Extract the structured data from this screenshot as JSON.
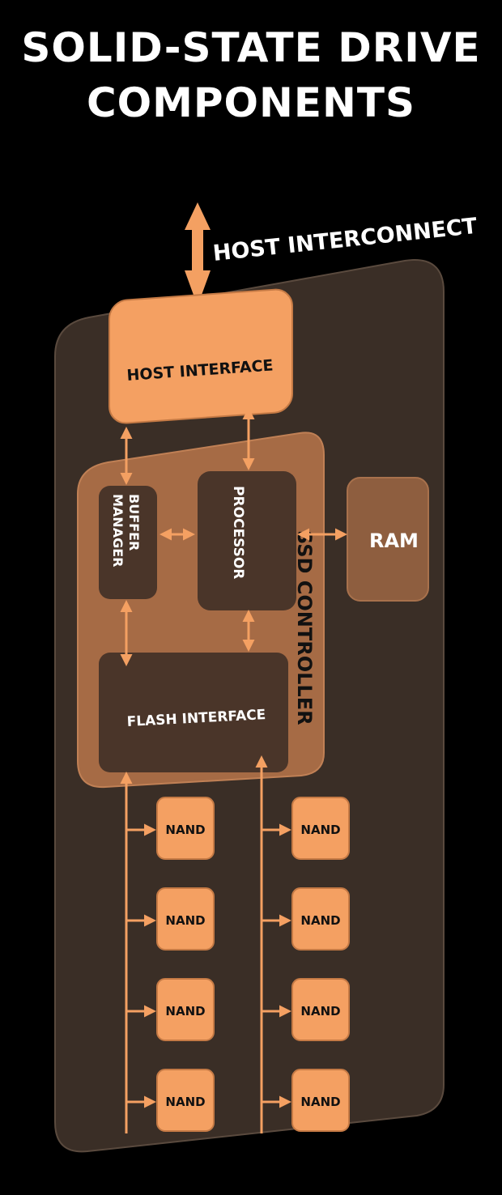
{
  "title": {
    "line1": "SOLID-STATE DRIVE",
    "line2": "COMPONENTS"
  },
  "labels": {
    "host_interconnect": "HOST INTERCONNECT",
    "host_interface": "HOST INTERFACE",
    "buffer_manager_1": "BUFFER",
    "buffer_manager_2": "MANAGER",
    "processor": "PROCESSOR",
    "ram": "RAM",
    "ssd_controller": "SSD CONTROLLER",
    "flash_interface": "FLASH INTERFACE"
  },
  "nand_columns": [
    [
      "NAND",
      "NAND",
      "NAND",
      "NAND"
    ],
    [
      "NAND",
      "NAND",
      "NAND",
      "NAND"
    ]
  ],
  "colors": {
    "background": "#000000",
    "board": "#3a2e26",
    "orange": "#f4a062",
    "controller": "#a66b45",
    "dark_block": "#4a3529",
    "text_light": "#ffffff",
    "text_dark": "#111111"
  }
}
